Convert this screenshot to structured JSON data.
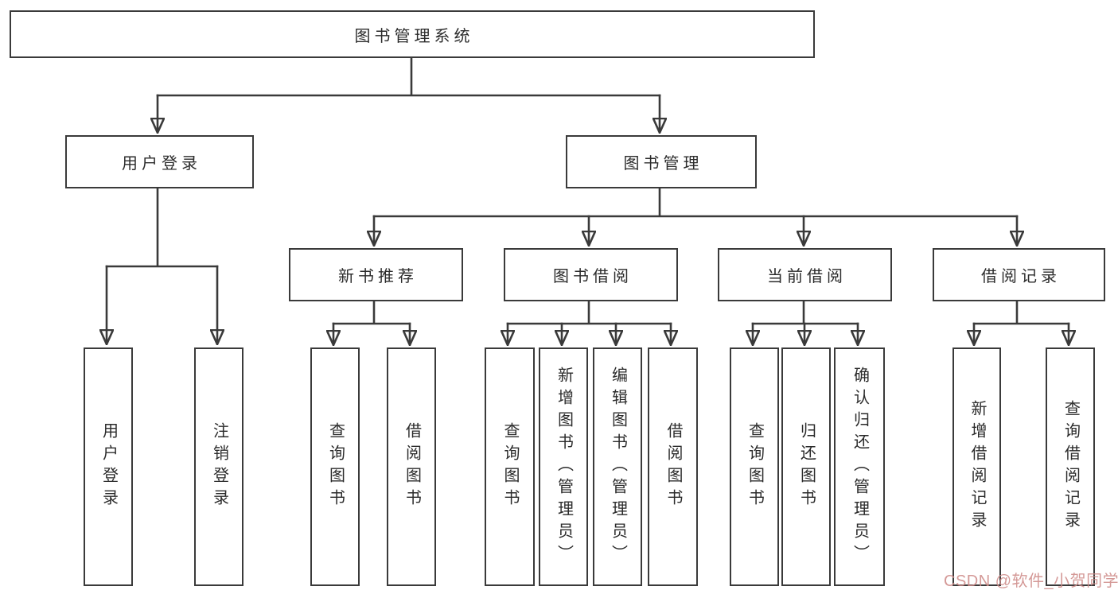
{
  "diagram": {
    "title": "图书管理系统",
    "user_login": {
      "label": "用户登录",
      "children": [
        "用户登录",
        "注销登录"
      ]
    },
    "book_management": {
      "label": "图书管理",
      "modules": {
        "new_book": {
          "label": "新书推荐",
          "children": [
            "查询图书",
            "借阅图书"
          ]
        },
        "book_borrow": {
          "label": "图书借阅",
          "children": [
            "查询图书",
            "新增图书（管理员）",
            "编辑图书（管理员）",
            "借阅图书"
          ]
        },
        "current_borrow": {
          "label": "当前借阅",
          "children": [
            "查询图书",
            "归还图书",
            "确认归还（管理员）"
          ]
        },
        "borrow_records": {
          "label": "借阅记录",
          "children": [
            "新增借阅记录",
            "查询借阅记录"
          ]
        }
      }
    }
  },
  "watermark": {
    "text": "CSDN @软件_小贺同学",
    "color": "#cf8b89"
  },
  "colors": {
    "line": "#3a3a3a",
    "text": "#2b2b2b",
    "background": "#ffffff"
  }
}
